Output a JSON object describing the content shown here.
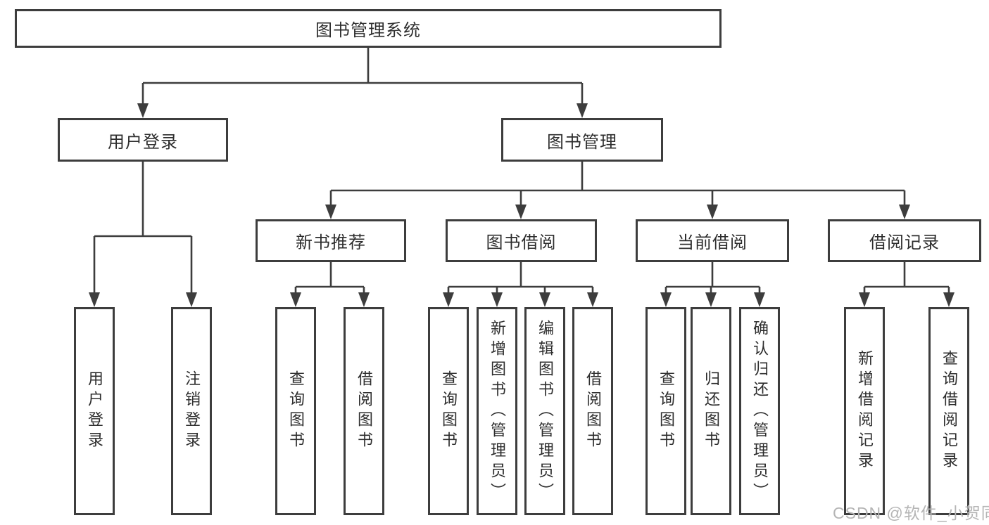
{
  "tree": {
    "root": {
      "label": "图书管理系统"
    },
    "level1": [
      {
        "label": "用户登录"
      },
      {
        "label": "图书管理"
      }
    ],
    "level2": [
      {
        "label": "新书推荐",
        "parent": "图书管理"
      },
      {
        "label": "图书借阅",
        "parent": "图书管理"
      },
      {
        "label": "当前借阅",
        "parent": "图书管理"
      },
      {
        "label": "借阅记录",
        "parent": "图书管理"
      }
    ],
    "leaves": [
      {
        "label": "用户登录",
        "parent": "用户登录"
      },
      {
        "label": "注销登录",
        "parent": "用户登录"
      },
      {
        "label": "查询图书",
        "parent": "新书推荐"
      },
      {
        "label": "借阅图书",
        "parent": "新书推荐"
      },
      {
        "label": "查询图书",
        "parent": "图书借阅"
      },
      {
        "label": "新增图书（管理员）",
        "parent": "图书借阅"
      },
      {
        "label": "编辑图书（管理员）",
        "parent": "图书借阅"
      },
      {
        "label": "借阅图书",
        "parent": "图书借阅"
      },
      {
        "label": "查询图书",
        "parent": "当前借阅"
      },
      {
        "label": "归还图书",
        "parent": "当前借阅"
      },
      {
        "label": "确认归还（管理员）",
        "parent": "当前借阅"
      },
      {
        "label": "新增借阅记录",
        "parent": "借阅记录"
      },
      {
        "label": "查询借阅记录",
        "parent": "借阅记录"
      }
    ]
  },
  "watermark": {
    "text": "CSDN @软件_小贺同学"
  },
  "colors": {
    "line": "#3d3d3d",
    "box_border": "#3d3d3d",
    "text": "#2d2d2d",
    "watermark": "#b5b5b5",
    "background": "#ffffff"
  }
}
